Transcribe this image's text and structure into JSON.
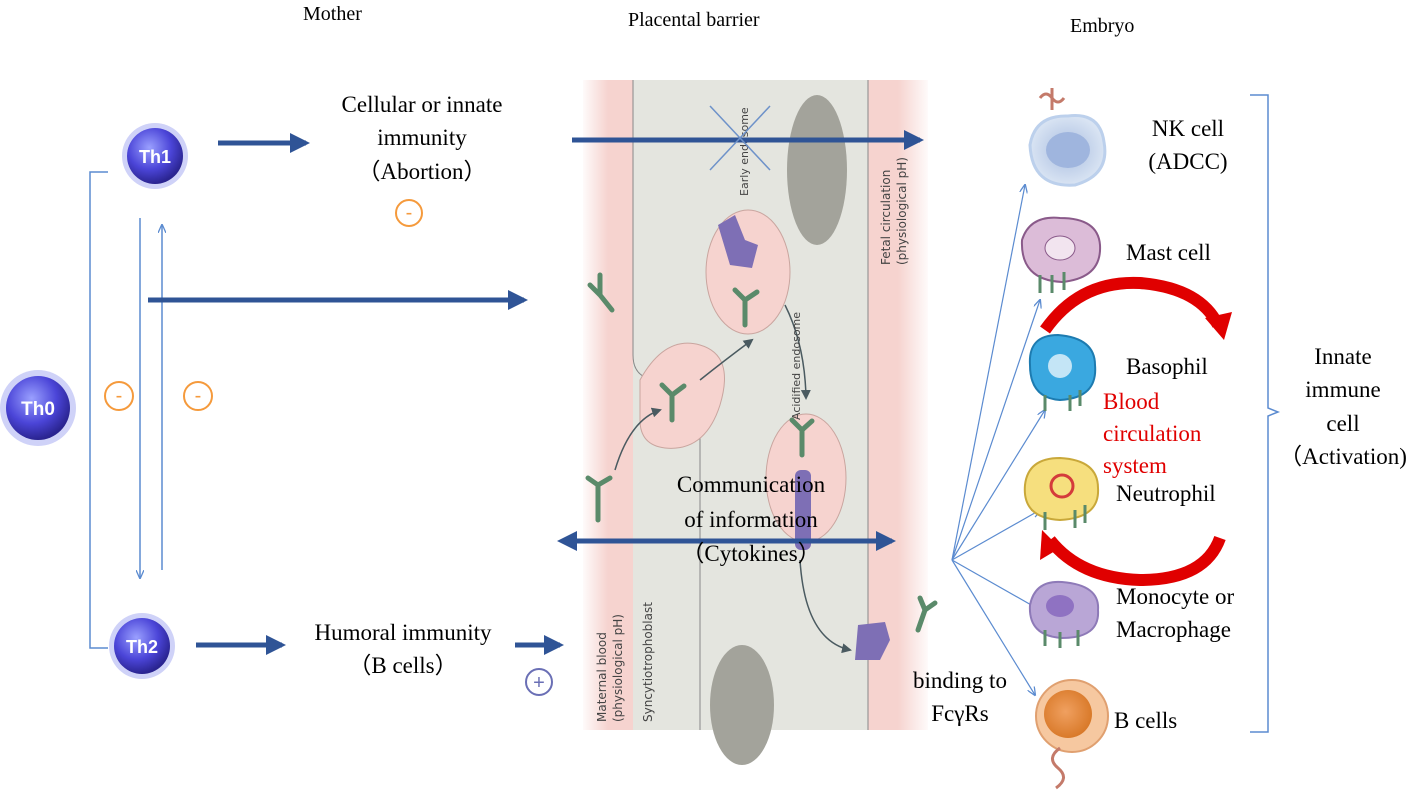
{
  "headers": {
    "mother": "Mother",
    "placental_barrier": "Placental barrier",
    "embryo": "Embryo"
  },
  "nodes": {
    "th0": "Th0",
    "th1": "Th1",
    "th2": "Th2"
  },
  "signs": {
    "minus": "-",
    "plus": "+"
  },
  "labels": {
    "cellular_immunity": [
      "Cellular or innate",
      "immunity",
      "（Abortion）"
    ],
    "humoral_immunity": [
      "Humoral immunity",
      "（B cells）"
    ],
    "communication": [
      "Communication",
      "of information",
      "（Cytokines）"
    ],
    "binding": [
      "binding to",
      "FcγRs"
    ],
    "blood_circulation": [
      "Blood",
      "circulation",
      "system"
    ],
    "innate_immune_cell": [
      "Innate",
      "immune",
      "cell",
      "（Activation)"
    ]
  },
  "placenta_text": {
    "early_endosome": "Early endosome",
    "acidified_endosome": "Acidified endosome",
    "fetal_circulation": [
      "Fetal circulation",
      "(physiological pH)"
    ],
    "maternal_blood": [
      "Maternal blood",
      "(physiological pH)"
    ],
    "syncytiotrophoblast": "Syncytiotrophoblast"
  },
  "embryo_cells": {
    "nk": [
      "NK cell",
      "(ADCC)"
    ],
    "mast": "Mast cell",
    "basophil": "Basophil",
    "neutrophil": "Neutrophil",
    "monocyte": [
      "Monocyte or",
      "Macrophage"
    ],
    "bcells": "B cells"
  },
  "colors": {
    "arrow_dark_blue": "#2f5496",
    "thin_blue": "#5b8bd0",
    "minus_orange": "#f59a3c",
    "plus_purple": "#6a6fb5",
    "red_text": "#e00000",
    "placenta_pink": "#f6d3cf",
    "placenta_gray": "#e4e5df"
  }
}
